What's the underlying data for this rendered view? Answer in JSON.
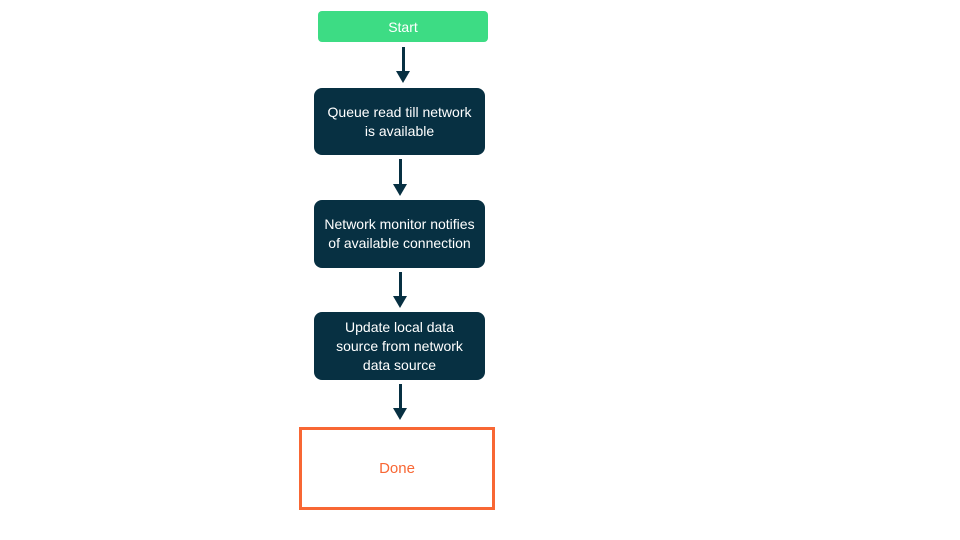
{
  "colors": {
    "start_fill": "#3DDC84",
    "process_fill": "#073042",
    "process_text": "#ffffff",
    "start_text": "#ffffff",
    "end_border": "#F86734",
    "end_text": "#F86734",
    "arrow": "#073042",
    "background": "#ffffff"
  },
  "flowchart": {
    "nodes": [
      {
        "id": "start",
        "type": "start",
        "label": "Start"
      },
      {
        "id": "queue-read",
        "type": "process",
        "label": "Queue read till network is available"
      },
      {
        "id": "network-monitor",
        "type": "process",
        "label": "Network monitor notifies of available connection"
      },
      {
        "id": "update-local",
        "type": "process",
        "label": "Update local data source from network data source"
      },
      {
        "id": "done",
        "type": "terminal",
        "label": "Done"
      }
    ],
    "edges": [
      {
        "from": "start",
        "to": "queue-read"
      },
      {
        "from": "queue-read",
        "to": "network-monitor"
      },
      {
        "from": "network-monitor",
        "to": "update-local"
      },
      {
        "from": "update-local",
        "to": "done"
      }
    ]
  }
}
